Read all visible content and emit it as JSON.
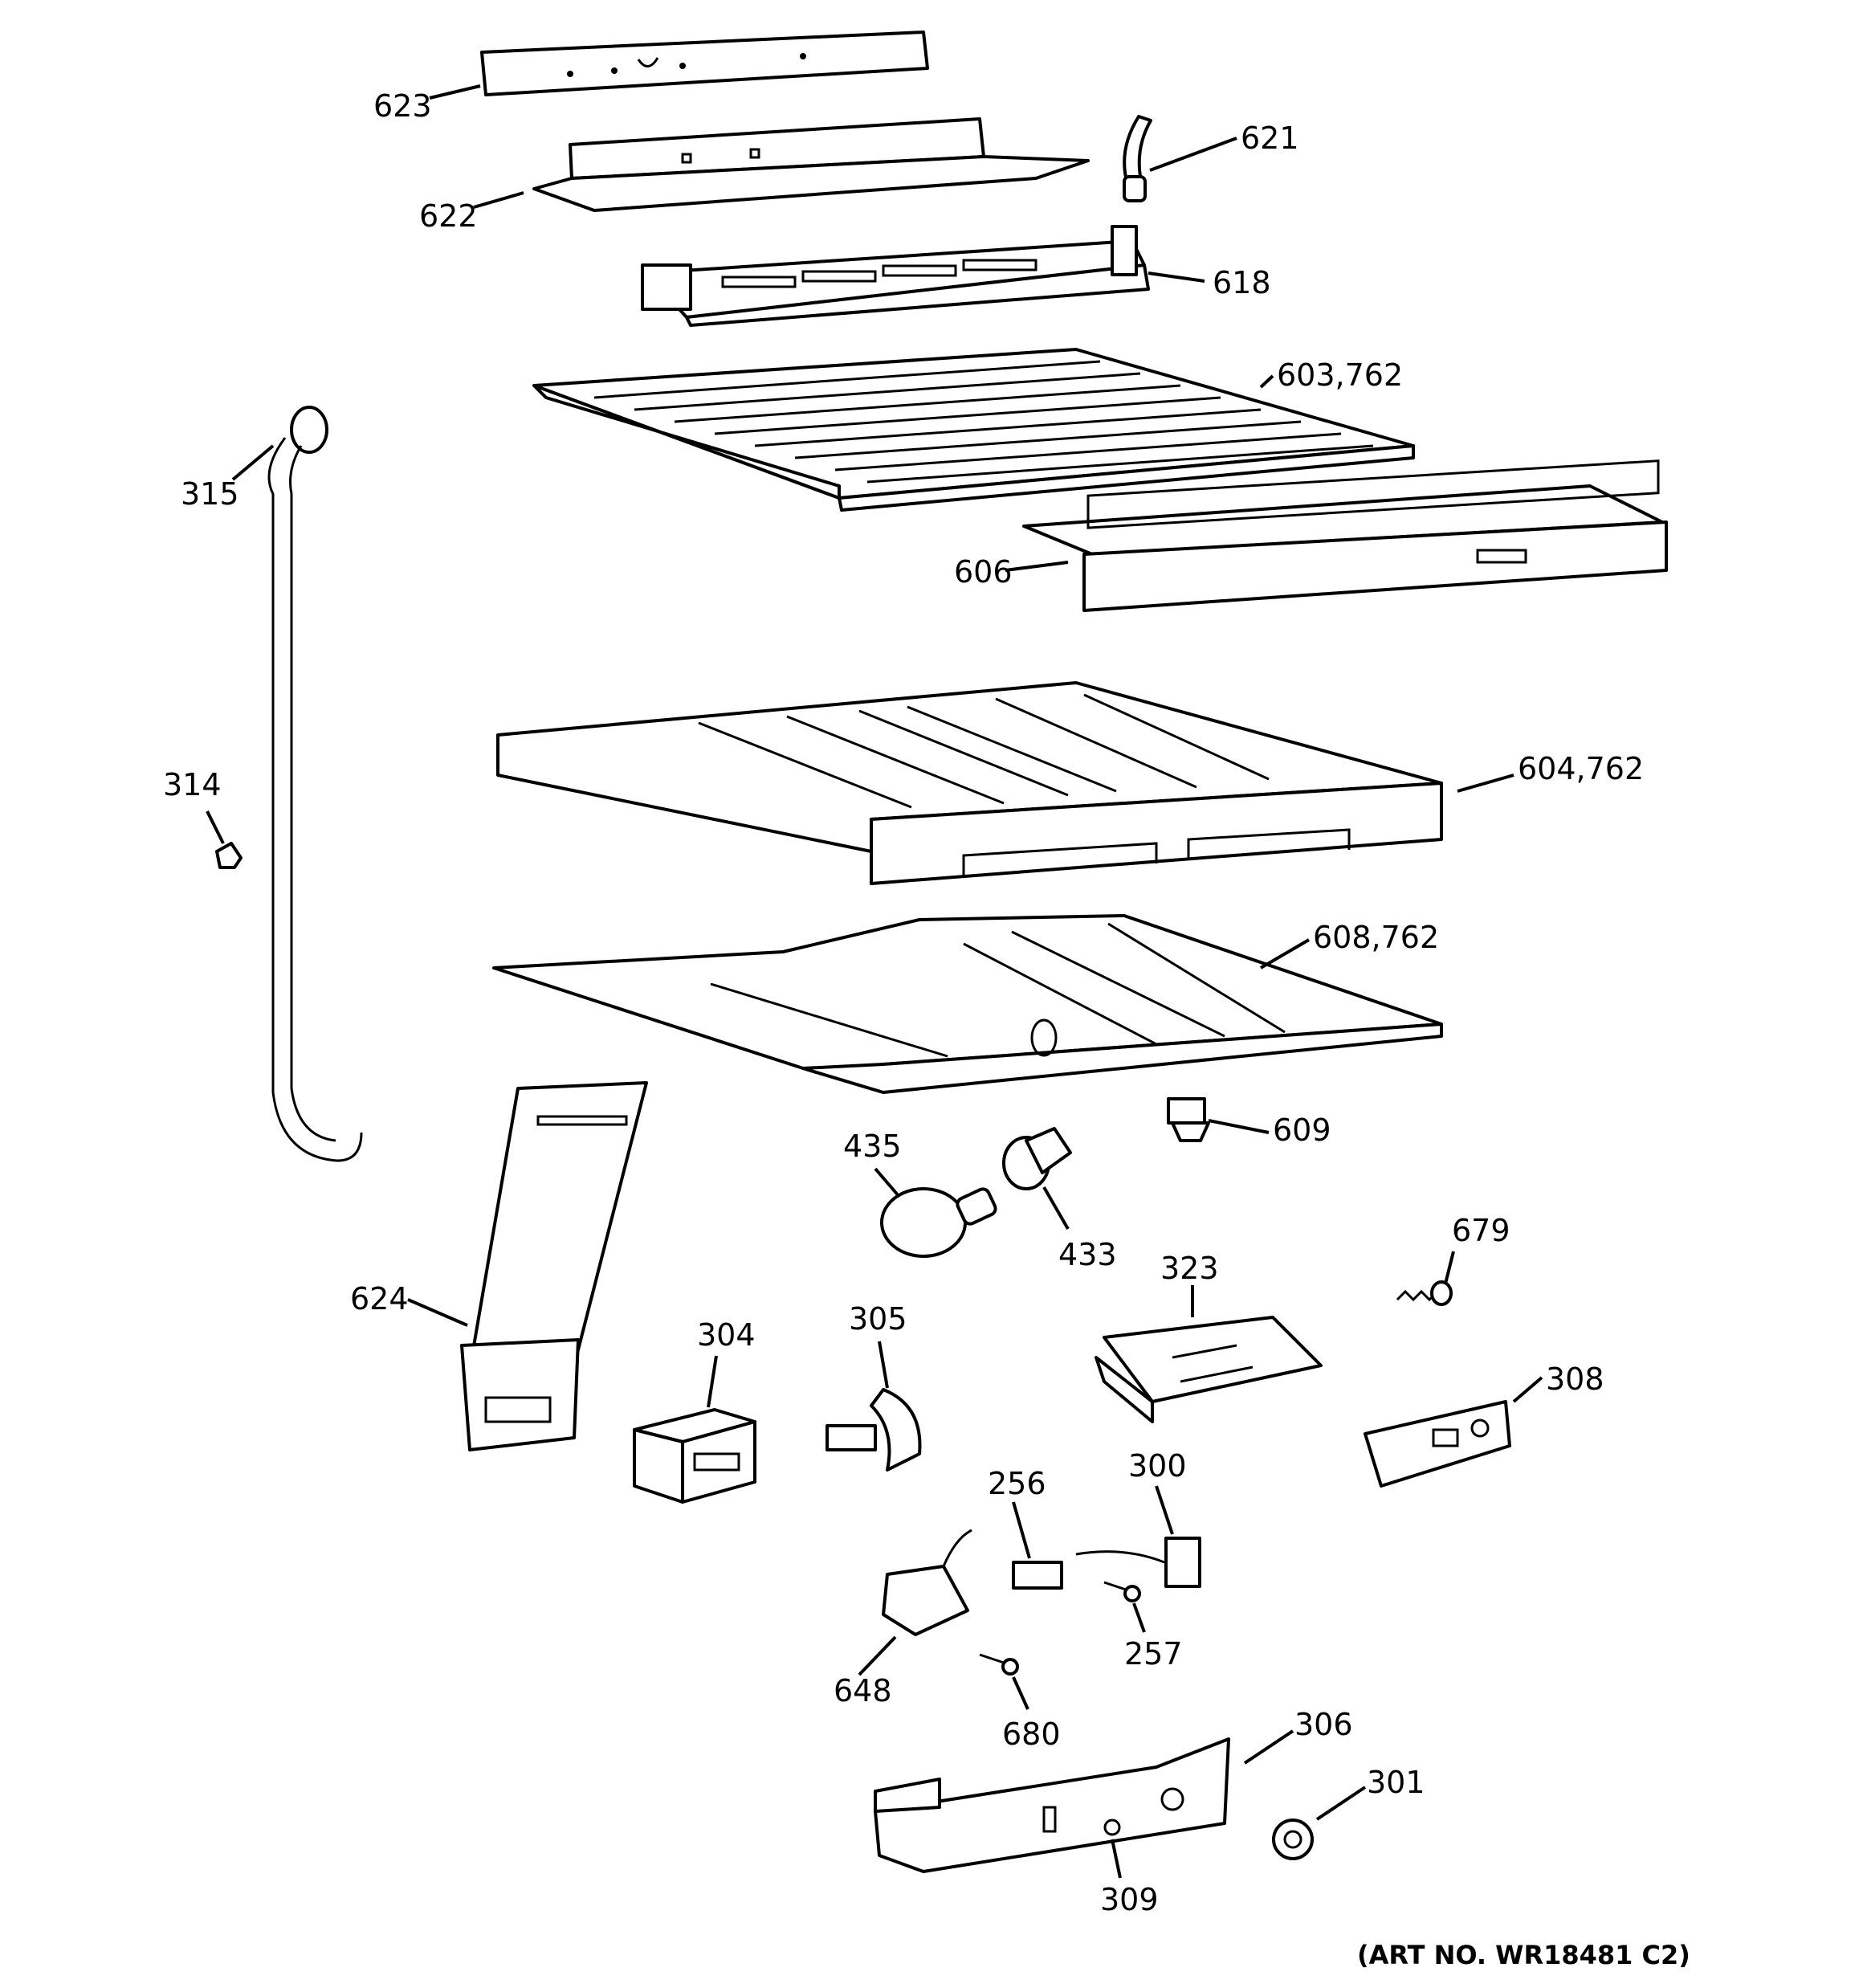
{
  "labels": {
    "p623": "623",
    "p621": "621",
    "p622": "622",
    "p618": "618",
    "p603": "603,762",
    "p315": "315",
    "p606": "606",
    "p314": "314",
    "p604": "604,762",
    "p608": "608,762",
    "p609": "609",
    "p435": "435",
    "p433": "433",
    "p679": "679",
    "p624": "624",
    "p323": "323",
    "p304": "304",
    "p305": "305",
    "p308": "308",
    "p256": "256",
    "p300": "300",
    "p257": "257",
    "p648": "648",
    "p680": "680",
    "p306": "306",
    "p301": "301",
    "p309": "309"
  },
  "art_number": "(ART NO. WR18481 C2)"
}
